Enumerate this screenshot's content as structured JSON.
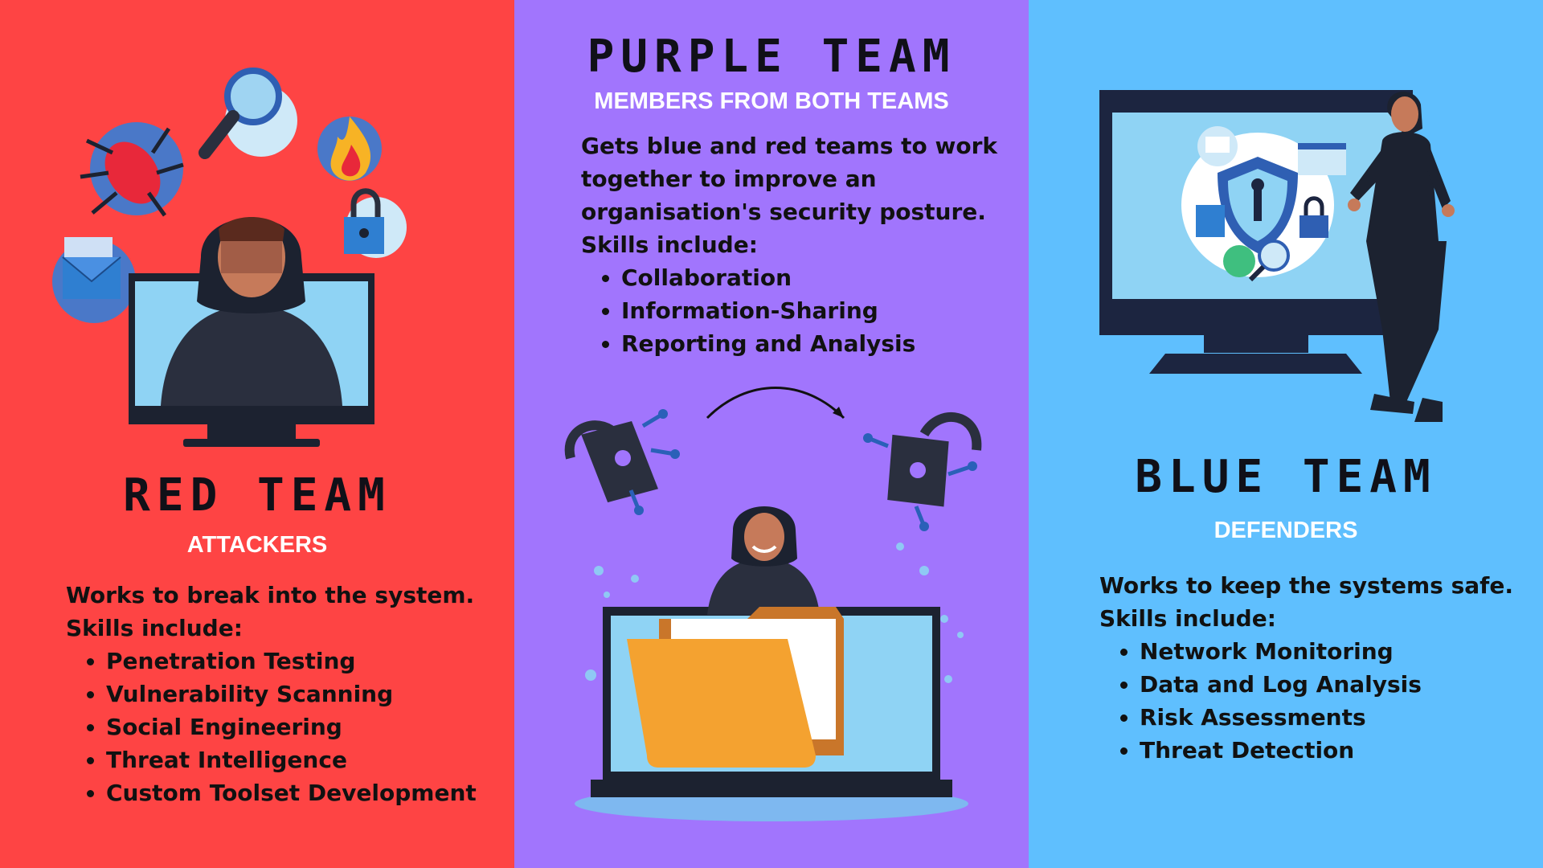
{
  "red": {
    "title": "RED TEAM",
    "subtitle": "ATTACKERS",
    "desc": "Works to break into the system.",
    "skills_intro": "Skills include:",
    "skills": [
      "Penetration Testing",
      "Vulnerability Scanning",
      "Social Engineering",
      "Threat Intelligence",
      "Custom Toolset Development"
    ],
    "color": "#fe4444"
  },
  "purple": {
    "title": "PURPLE TEAM",
    "subtitle": "MEMBERS FROM BOTH TEAMS",
    "desc_lines": [
      "Gets blue and red teams to work",
      "together to improve an",
      "organisation's security posture."
    ],
    "skills_intro": "Skills include:",
    "skills": [
      "Collaboration",
      "Information-Sharing",
      "Reporting and Analysis"
    ],
    "color": "#a175fd"
  },
  "blue": {
    "title": "BLUE TEAM",
    "subtitle": "DEFENDERS",
    "desc": "Works to keep the systems safe.",
    "skills_intro": "Skills include:",
    "skills": [
      "Network Monitoring",
      "Data and Log Analysis",
      "Risk Assessments",
      "Threat Detection"
    ],
    "color": "#5fbffe"
  },
  "icons": [
    "bug-icon",
    "magnifier-icon",
    "fire-icon",
    "padlock-icon",
    "envelope-icon",
    "hacker-figure",
    "monitor-icon",
    "shield-icon",
    "folder-icon",
    "broken-lock-icon",
    "arrow-icon"
  ]
}
